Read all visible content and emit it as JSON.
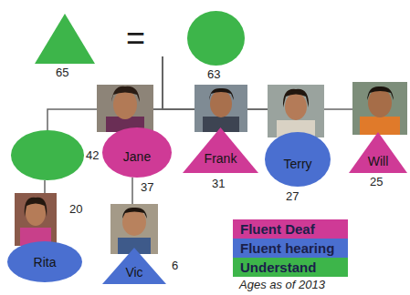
{
  "diagram": {
    "caption": "Ages as of 2013",
    "nodes": [
      {
        "text": [
          "65"
        ]
      },
      {
        "text": [
          "63"
        ]
      },
      {
        "text": [
          "42"
        ]
      },
      {
        "text": [
          "Jane",
          "37"
        ]
      },
      {
        "text": [
          "Frank",
          "31"
        ]
      },
      {
        "text": [
          "Terry",
          "27"
        ]
      },
      {
        "text": [
          "Will",
          "25"
        ]
      },
      {
        "text": [
          "Rita",
          "20"
        ]
      },
      {
        "text": [
          "Vic",
          "6"
        ]
      }
    ],
    "edges": [
      {
        "from": 0,
        "to": 2,
        "arrow": "none"
      },
      {
        "from": 0,
        "to": 3,
        "arrow": "none"
      },
      {
        "from": 0,
        "to": 4,
        "arrow": "none"
      },
      {
        "from": 0,
        "to": 5,
        "arrow": "none"
      },
      {
        "from": 0,
        "to": 6,
        "arrow": "none"
      },
      {
        "from": 2,
        "to": 7,
        "arrow": "none"
      },
      {
        "from": 3,
        "to": 8,
        "arrow": "none"
      }
    ],
    "labels": [
      "="
    ],
    "legend": [
      {
        "text": "Fluent Deaf",
        "color": "#cf3a96"
      },
      {
        "text": "Fluent hearing",
        "color": "#4a6fd0"
      },
      {
        "text": "Understand",
        "color": "#3db54a"
      }
    ]
  }
}
